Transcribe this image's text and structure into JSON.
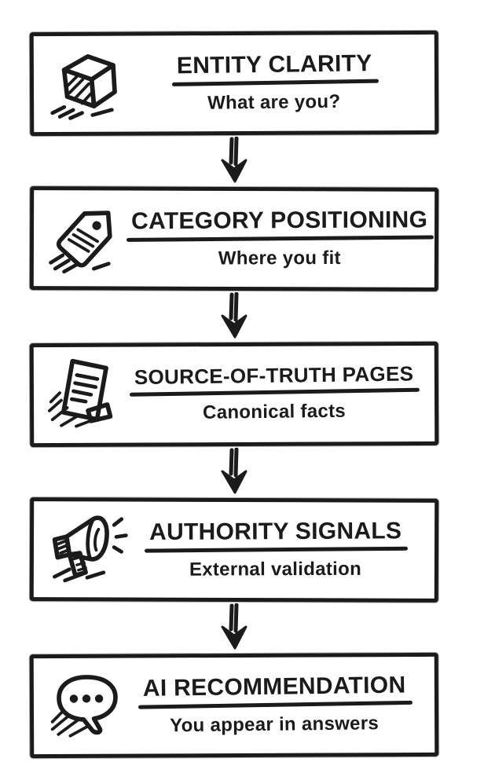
{
  "page": {
    "background": "#ffffff",
    "ink": "#1b1b1b"
  },
  "diagram": {
    "type": "flowchart",
    "direction": "top-down",
    "connector_icon": "down-arrow-icon",
    "steps": [
      {
        "id": "entity-clarity",
        "icon": "cube-icon",
        "title": "ENTITY CLARITY",
        "subtitle": "What are you?"
      },
      {
        "id": "category-positioning",
        "icon": "tag-icon",
        "title": "CATEGORY POSITIONING",
        "subtitle": "Where you fit"
      },
      {
        "id": "source-of-truth-pages",
        "icon": "document-icon",
        "title": "SOURCE-OF-TRUTH PAGES",
        "subtitle": "Canonical facts"
      },
      {
        "id": "authority-signals",
        "icon": "megaphone-icon",
        "title": "AUTHORITY SIGNALS",
        "subtitle": "External validation"
      },
      {
        "id": "ai-recommendation",
        "icon": "speech-bubble-icon",
        "title": "AI RECOMMENDATION",
        "subtitle": "You appear in answers"
      }
    ]
  }
}
